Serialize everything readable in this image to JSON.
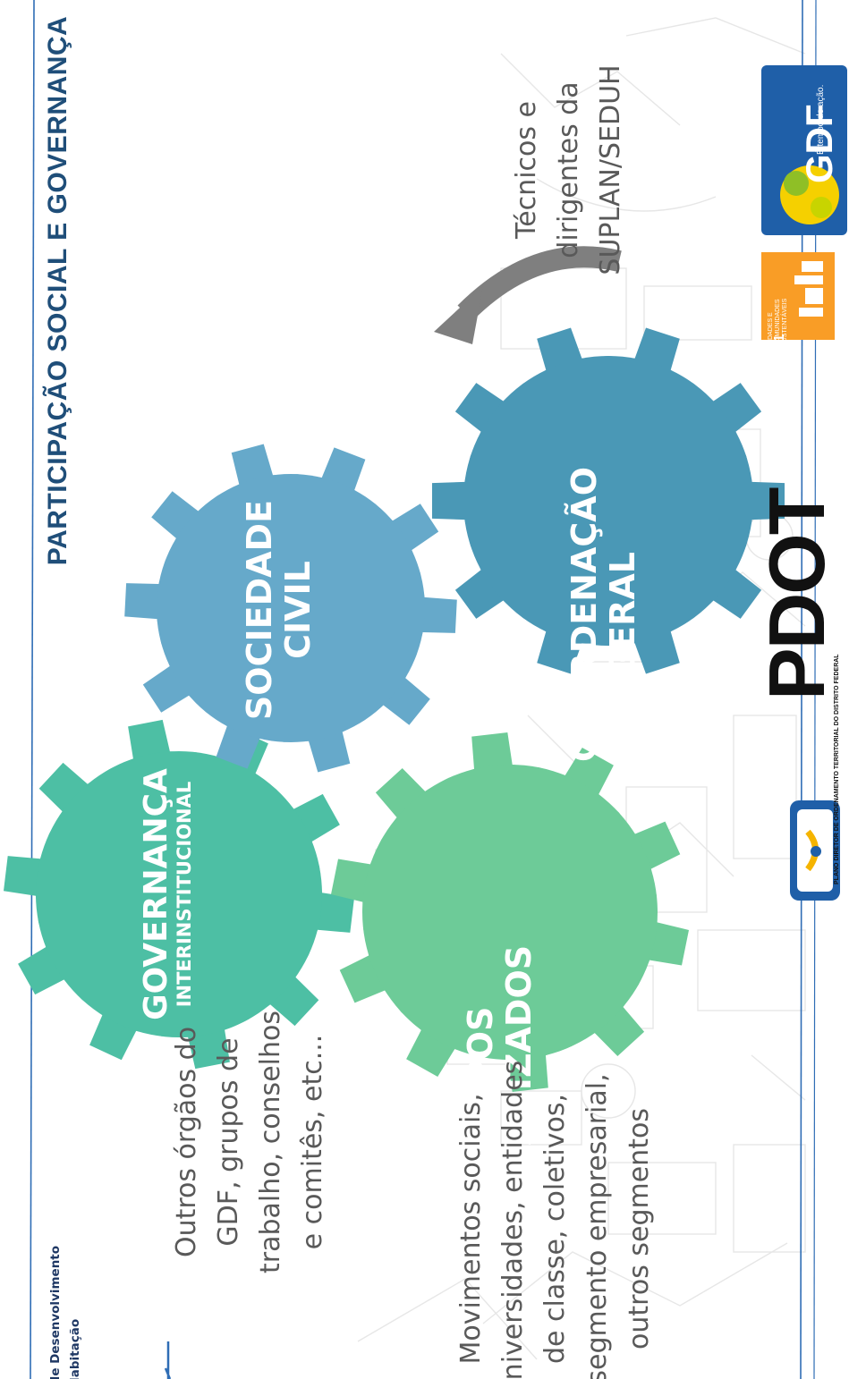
{
  "title": "PARTICIPAÇÃO SOCIAL E GOVERNANÇA",
  "gears": {
    "governanca": {
      "line1": "GOVERNANÇA",
      "line2": "INTERINSTITUCIONAL",
      "color": "#4dbfa4"
    },
    "sociedade": {
      "line1": "SOCIEDADE",
      "line2": "CIVIL",
      "color": "#66a9ca"
    },
    "grupos": {
      "line1": "GRUPOS",
      "line2": "ORGANIZADOS",
      "color": "#6dcb98"
    },
    "coordenacao": {
      "line1": "COORDENAÇÃO",
      "line2": "GERAL",
      "color": "#4a98b6"
    }
  },
  "descriptions": {
    "outros": [
      "Outros órgãos do",
      "GDF, grupos de",
      "trabalho, conselhos",
      "e comitês, etc..."
    ],
    "movimentos": [
      "Movimentos sociais,",
      "universidades, entidades",
      "de classe, coletivos,",
      "segmento empresarial,",
      "outros segmentos"
    ],
    "tecnicos": [
      "Técnicos e",
      "dirigentes da",
      "SUPLAN/SEDUH"
    ]
  },
  "footer": {
    "line1": "taria de Desenvolvimento",
    "line2": "no e Habitação"
  },
  "logos": {
    "pdot_word": "PDOT",
    "pdot_sub": "PLANO DIRETOR DE ORDENAMENTO TERRITORIAL DO DISTRITO FEDERAL",
    "ods_number": "11",
    "ods_text": "CIDADES E COMUNIDADES SUSTENTÁVEIS",
    "ods_color": "#f99d26",
    "gdf_word": "GDF",
    "gdf_slogan": "É tempo de ação.",
    "gdf_color": "#1f5fa8"
  },
  "colors": {
    "title": "#1f4e79",
    "text": "#595959",
    "arrow": "#7f7f7f",
    "frame_line": "#2f6db5"
  }
}
